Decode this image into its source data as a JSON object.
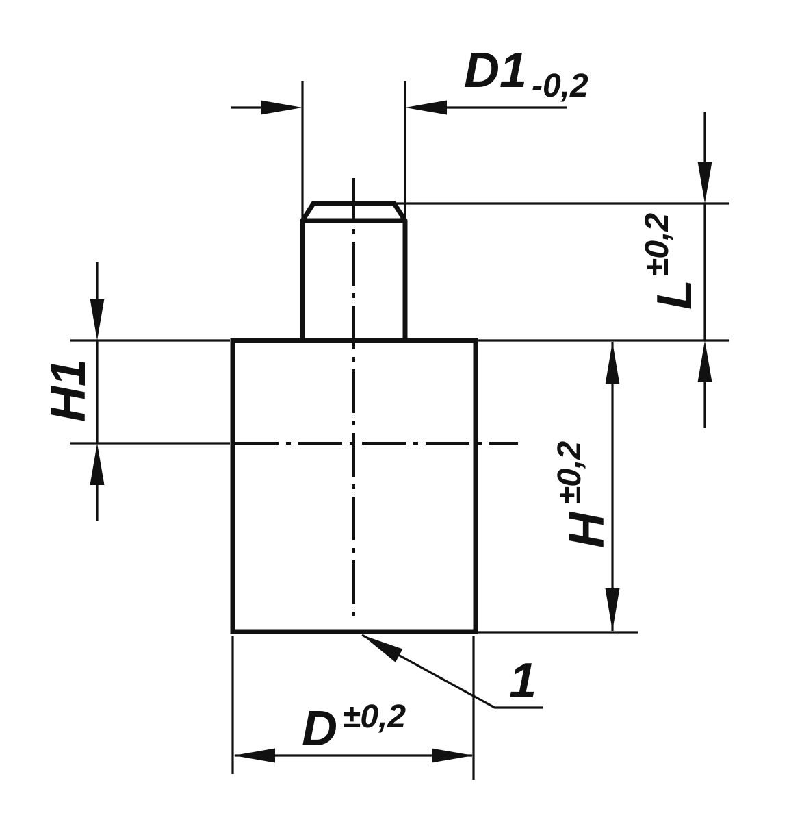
{
  "drawing": {
    "background_color": "#ffffff",
    "line_color": "#111111",
    "dimensions": {
      "d1": {
        "label": "D1",
        "tolerance": "-0,2",
        "tolerance_position": "subscript"
      },
      "l": {
        "label": "L",
        "tolerance": "±0,2",
        "tolerance_position": "superscript"
      },
      "h": {
        "label": "H",
        "tolerance": "±0,2",
        "tolerance_position": "superscript"
      },
      "h1": {
        "label": "H1"
      },
      "d": {
        "label": "D",
        "tolerance": "±0,2",
        "tolerance_position": "superscript"
      },
      "callout": {
        "label": "1"
      }
    }
  }
}
